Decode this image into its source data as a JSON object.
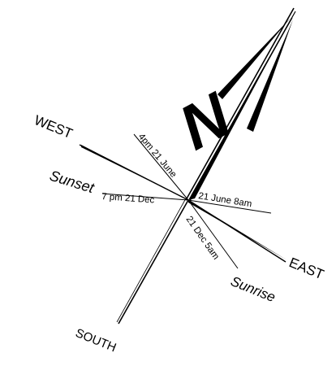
{
  "compass": {
    "north_mark": "N",
    "west": "WEST",
    "east": "EAST",
    "south": "SOUTH",
    "sunset": "Sunset",
    "sunrise": "Sunrise",
    "june_4pm": "4pm 21 June",
    "dec_7pm": "7 pm 21 Dec",
    "june_8am": "21 June 8am",
    "dec_5am": "21 Dec 5am"
  },
  "colors": {
    "ink": "#000000",
    "background": "#ffffff"
  }
}
